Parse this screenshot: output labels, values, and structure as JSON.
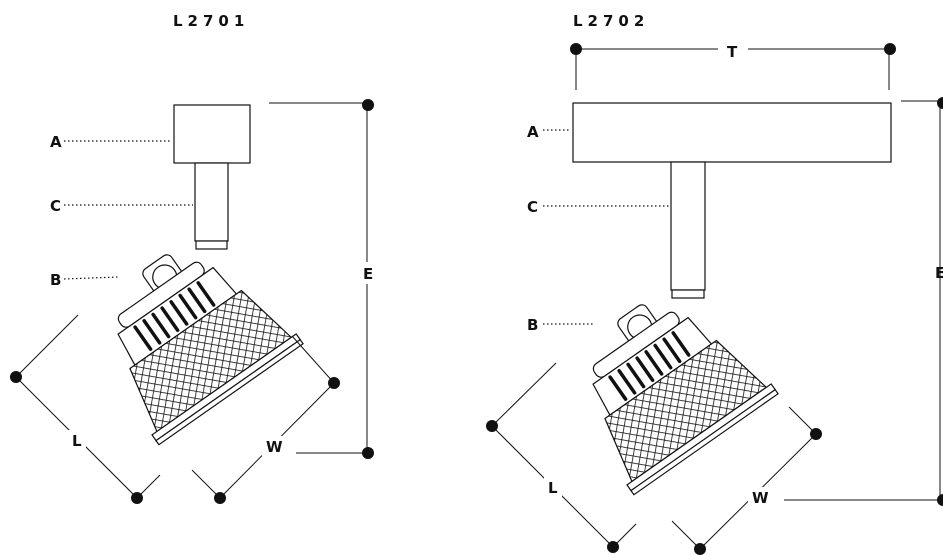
{
  "diagrams": [
    {
      "model": "L2701",
      "labels": {
        "a": "A",
        "b": "B",
        "c": "C",
        "e": "E",
        "l": "L",
        "w": "W"
      }
    },
    {
      "model": "L2702",
      "labels": {
        "a": "A",
        "b": "B",
        "c": "C",
        "e": "E",
        "l": "L",
        "w": "W",
        "t": "T"
      }
    }
  ]
}
